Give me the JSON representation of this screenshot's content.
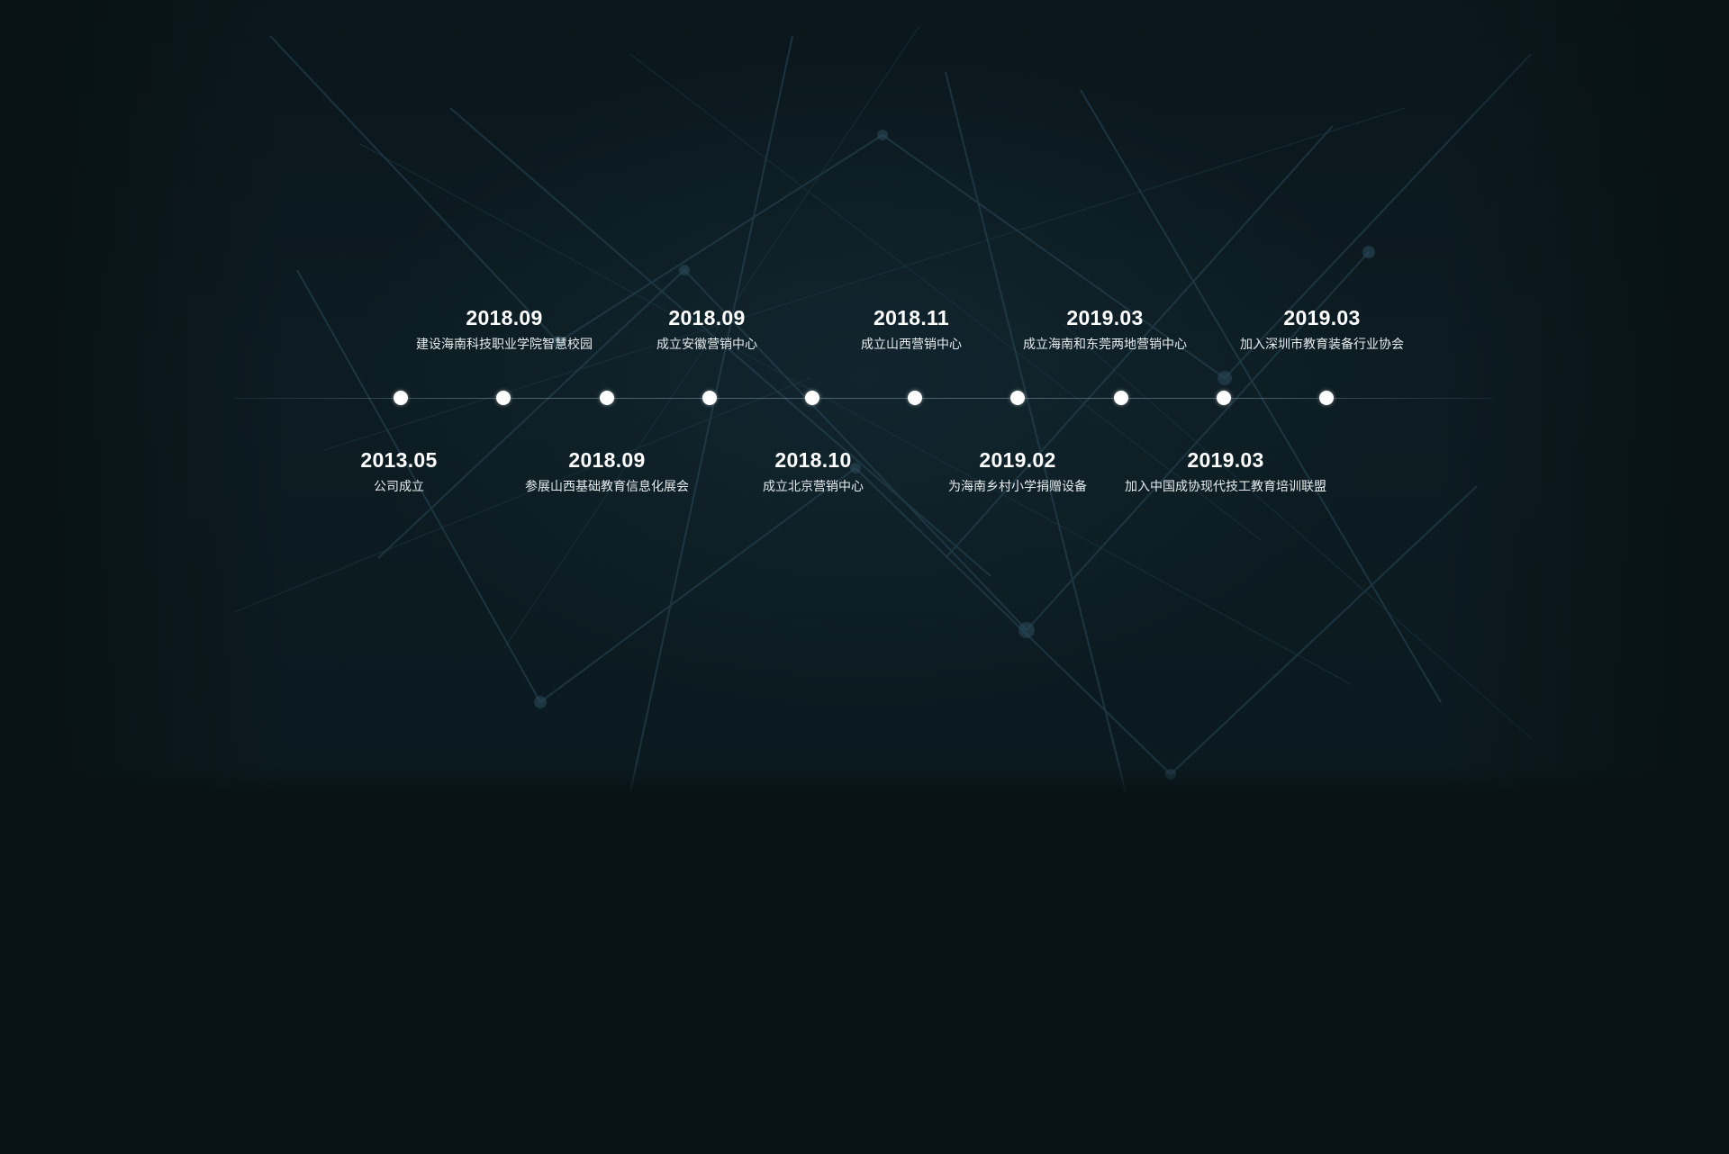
{
  "timeline": {
    "events": [
      {
        "date": "2013.05",
        "desc": "公司成立"
      },
      {
        "date": "2018.09",
        "desc": "建设海南科技职业学院智慧校园"
      },
      {
        "date": "2018.09",
        "desc": "参展山西基础教育信息化展会"
      },
      {
        "date": "2018.09",
        "desc": "成立安徽营销中心"
      },
      {
        "date": "2018.10",
        "desc": "成立北京营销中心"
      },
      {
        "date": "2018.11",
        "desc": "成立山西营销中心"
      },
      {
        "date": "2019.02",
        "desc": "为海南乡村小学捐赠设备"
      },
      {
        "date": "2019.03",
        "desc": "成立海南和东莞两地营销中心"
      },
      {
        "date": "2019.03",
        "desc": "加入中国成协现代技工教育培训联盟"
      },
      {
        "date": "2019.03",
        "desc": "加入深圳市教育装备行业协会"
      }
    ]
  },
  "colors": {
    "background": "#081114",
    "hero": "#0c1c22",
    "dot": "#ffffff",
    "text": "#ffffff"
  }
}
